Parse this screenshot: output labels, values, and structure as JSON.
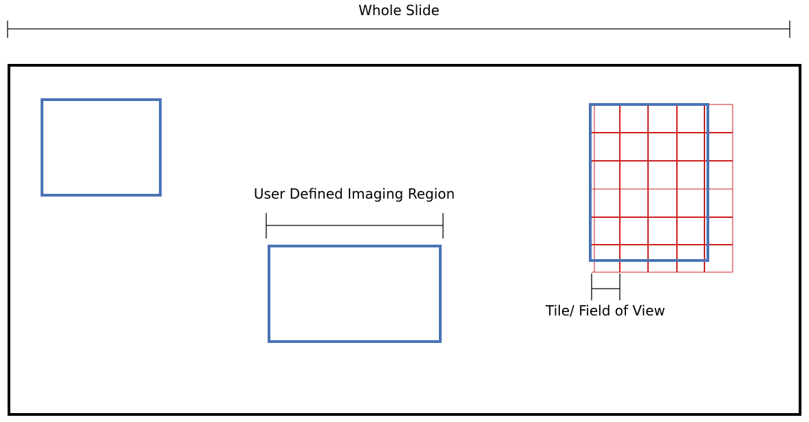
{
  "labels": {
    "whole_slide": "Whole Slide",
    "imaging_region": "User Defined Imaging Region",
    "tile": "Tile/ Field of View"
  },
  "colors": {
    "slide_border": "#000000",
    "region_border": "#4a73b5",
    "tile_grid": "#cc1f1f",
    "dimension_line": "#000000"
  }
}
